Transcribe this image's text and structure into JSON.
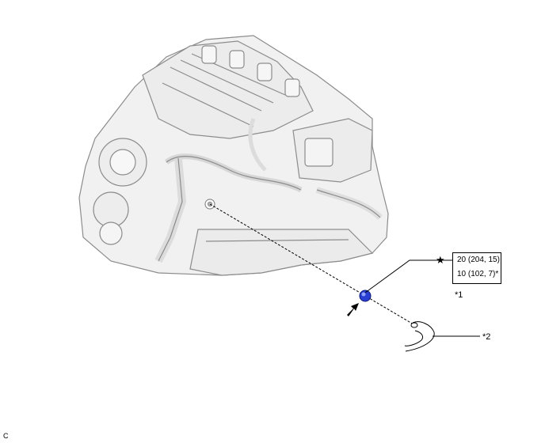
{
  "diagram": {
    "parts": [
      {
        "id": "1",
        "label": "*1",
        "icon": "sensor-blue-part"
      },
      {
        "id": "2",
        "label": "*2",
        "icon": "hose-connector-part"
      }
    ],
    "torque": {
      "marker": "★",
      "lines": [
        "20 (204, 15)",
        "10 (102, 7)*"
      ]
    },
    "direction_arrow_icon": "arrow-pointer-icon",
    "figure_code": "C",
    "colors": {
      "part_highlight": "#2a3fd1",
      "line": "#000000",
      "engine_fill": "#f1f1f1",
      "engine_stroke": "#8c8c8c"
    }
  }
}
